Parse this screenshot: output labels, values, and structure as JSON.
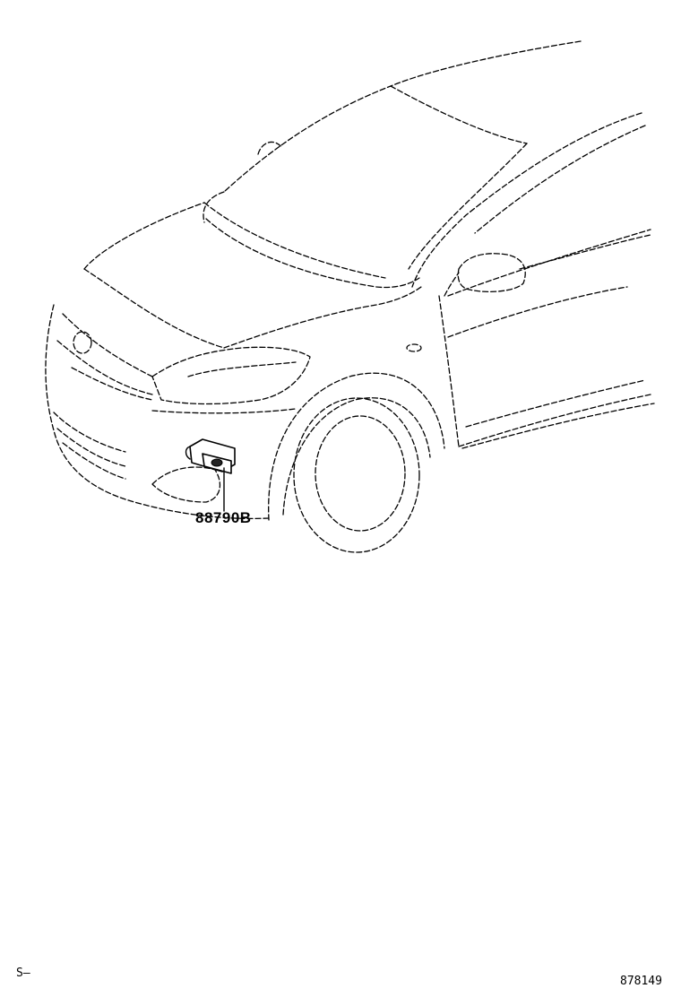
{
  "diagram": {
    "part_number_label": "88790B",
    "corner_left_code": "S–",
    "illustration_id": "878149"
  },
  "colors": {
    "line": "#000000",
    "background": "#ffffff"
  }
}
